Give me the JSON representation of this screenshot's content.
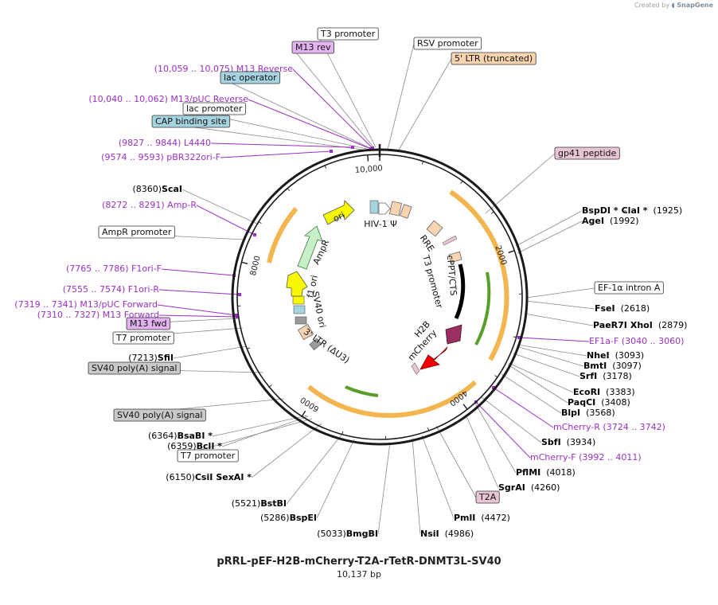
{
  "watermark": {
    "prefix": "Created by",
    "brand": "SnapGene"
  },
  "plasmid": {
    "name": "pRRL-pEF-H2B-mCherry-T2A-rTetR-DNMT3L-SV40",
    "size_label": "10,137 bp",
    "length": 10137
  },
  "colors": {
    "backbone": "#1a1a1a",
    "primer": "#9b2fc4",
    "enzyme": "#000000",
    "callout_line": "#8a8a8a",
    "orange_arc": "#f0a830",
    "green_arrow": "#5a9e2a",
    "ltr": "#f9d4b0",
    "promoter_box": "#ffffff",
    "lac_blue": "#a6d3e0",
    "m13_purple": "#e2b3f0",
    "gp41_pink": "#e8c4d4",
    "polyA_gray": "#c9c9c9",
    "amp_green": "#c8f0c8",
    "ori_yellow": "#f8f800",
    "h2b_maroon": "#9b3060",
    "mcherry_red": "#f00000",
    "cppt_black": "#000000"
  },
  "tick_labels": [
    {
      "text": "10,000",
      "bp": 10000
    },
    {
      "text": "2000",
      "bp": 2000
    },
    {
      "text": "4000",
      "bp": 4000
    },
    {
      "text": "6000",
      "bp": 6000
    },
    {
      "text": "8000",
      "bp": 8000
    }
  ],
  "inner_labels": [
    {
      "text": "HIV-1  Ψ",
      "name": "hiv1-psi-label"
    },
    {
      "text": "RRE",
      "name": "rre-label"
    },
    {
      "text": "cPPT/CTS",
      "name": "cppt-cts-label"
    },
    {
      "text": "T3 promoter",
      "name": "t3-promoter-inner-label"
    },
    {
      "text": "H2B",
      "name": "h2b-label"
    },
    {
      "text": "mCherry",
      "name": "mcherry-label"
    },
    {
      "text": "3' LTR (ΔU3)",
      "name": "ltr3-label"
    },
    {
      "text": "SV40 ori",
      "name": "sv40-ori-label"
    },
    {
      "text": "f1 ori",
      "name": "f1-ori-label"
    },
    {
      "text": "AmpR",
      "name": "ampr-label"
    },
    {
      "text": "ori",
      "name": "ori-label"
    }
  ],
  "annotations": [
    {
      "kind": "box",
      "text": "T3 promoter",
      "fill": "#ffffff"
    },
    {
      "kind": "box",
      "text": "M13 rev",
      "fill": "#e2b3f0"
    },
    {
      "kind": "primer",
      "text": "(10,059 .. 10,075)  M13 Reverse"
    },
    {
      "kind": "box",
      "text": "lac operator",
      "fill": "#a6d3e0"
    },
    {
      "kind": "primer",
      "text": "(10,040 .. 10,062)  M13/pUC Reverse"
    },
    {
      "kind": "box",
      "text": "lac promoter",
      "fill": "#ffffff"
    },
    {
      "kind": "box",
      "text": "CAP binding site",
      "fill": "#a6d3e0"
    },
    {
      "kind": "primer",
      "text": "(9827 .. 9844)  L4440"
    },
    {
      "kind": "primer",
      "text": "(9574 .. 9593)  pBR322ori-F"
    },
    {
      "kind": "box",
      "text": "RSV promoter",
      "fill": "#ffffff"
    },
    {
      "kind": "box",
      "text": "5' LTR (truncated)",
      "fill": "#f9d4b0"
    },
    {
      "kind": "box",
      "text": "gp41 peptide",
      "fill": "#e8c4d4"
    },
    {
      "kind": "enzyme",
      "segments": [
        [
          "BspDI *",
          true
        ],
        [
          "  -  ",
          false
        ],
        [
          "ClaI *",
          true
        ],
        [
          "  (1925)",
          false
        ]
      ]
    },
    {
      "kind": "enzyme",
      "segments": [
        [
          "AgeI",
          true
        ],
        [
          "  (1992)",
          false
        ]
      ]
    },
    {
      "kind": "box",
      "text": "EF-1α intron A",
      "fill": "#ffffff"
    },
    {
      "kind": "enzyme",
      "segments": [
        [
          "FseI",
          true
        ],
        [
          "  (2618)",
          false
        ]
      ]
    },
    {
      "kind": "enzyme",
      "segments": [
        [
          "PaeR7I",
          true
        ],
        [
          "  -  ",
          false
        ],
        [
          "XhoI",
          true
        ],
        [
          "  (2879)",
          false
        ]
      ]
    },
    {
      "kind": "primer",
      "text": "EF1a-F   (3040 .. 3060)"
    },
    {
      "kind": "enzyme",
      "segments": [
        [
          "NheI",
          true
        ],
        [
          "  (3093)",
          false
        ]
      ]
    },
    {
      "kind": "enzyme",
      "segments": [
        [
          "BmtI",
          true
        ],
        [
          "  (3097)",
          false
        ]
      ]
    },
    {
      "kind": "enzyme",
      "segments": [
        [
          "SrfI",
          true
        ],
        [
          "  (3178)",
          false
        ]
      ]
    },
    {
      "kind": "enzyme",
      "segments": [
        [
          "EcoRI",
          true
        ],
        [
          "  (3383)",
          false
        ]
      ]
    },
    {
      "kind": "enzyme",
      "segments": [
        [
          "PaqCI",
          true
        ],
        [
          "  (3408)",
          false
        ]
      ]
    },
    {
      "kind": "enzyme",
      "segments": [
        [
          "BlpI",
          true
        ],
        [
          "  (3568)",
          false
        ]
      ]
    },
    {
      "kind": "primer",
      "text": "mCherry-R   (3724 .. 3742)"
    },
    {
      "kind": "enzyme",
      "segments": [
        [
          "SbfI",
          true
        ],
        [
          "  (3934)",
          false
        ]
      ]
    },
    {
      "kind": "primer",
      "text": "mCherry-F   (3992 .. 4011)"
    },
    {
      "kind": "enzyme",
      "segments": [
        [
          "PflMI",
          true
        ],
        [
          "  (4018)",
          false
        ]
      ]
    },
    {
      "kind": "enzyme",
      "segments": [
        [
          "SgrAI",
          true
        ],
        [
          "  (4260)",
          false
        ]
      ]
    },
    {
      "kind": "box",
      "text": "T2A",
      "fill": "#e8c4d4"
    },
    {
      "kind": "enzyme",
      "segments": [
        [
          "PmlI",
          true
        ],
        [
          "  (4472)",
          false
        ]
      ]
    },
    {
      "kind": "enzyme",
      "segments": [
        [
          "NsiI",
          true
        ],
        [
          "  (4986)",
          false
        ]
      ]
    },
    {
      "kind": "enzyme",
      "segments": [
        [
          "(5033)  ",
          false
        ],
        [
          "BmgBI",
          true
        ]
      ]
    },
    {
      "kind": "enzyme",
      "segments": [
        [
          "(5286)  ",
          false
        ],
        [
          "BspEI",
          true
        ]
      ]
    },
    {
      "kind": "enzyme",
      "segments": [
        [
          "(5521)  ",
          false
        ],
        [
          "BstBI",
          true
        ]
      ]
    },
    {
      "kind": "enzyme",
      "segments": [
        [
          "(6150)  ",
          false
        ],
        [
          "CsiI",
          true
        ],
        [
          "  -  ",
          false
        ],
        [
          "SexAI *",
          true
        ]
      ]
    },
    {
      "kind": "box",
      "text": "T7 promoter",
      "fill": "#ffffff"
    },
    {
      "kind": "enzyme",
      "segments": [
        [
          "(6359)  ",
          false
        ],
        [
          "BclI *",
          true
        ]
      ]
    },
    {
      "kind": "enzyme",
      "segments": [
        [
          "(6364)  ",
          false
        ],
        [
          "BsaBI *",
          true
        ]
      ]
    },
    {
      "kind": "box",
      "text": "SV40 poly(A) signal",
      "fill": "#c9c9c9"
    },
    {
      "kind": "box",
      "text": "SV40 poly(A) signal",
      "fill": "#c9c9c9"
    },
    {
      "kind": "enzyme",
      "segments": [
        [
          "(7213)  ",
          false
        ],
        [
          "SfiI",
          true
        ]
      ]
    },
    {
      "kind": "box",
      "text": "T7 promoter",
      "fill": "#ffffff"
    },
    {
      "kind": "box",
      "text": "M13 fwd",
      "fill": "#e2b3f0"
    },
    {
      "kind": "primer",
      "text": "(7310 .. 7327)  M13 Forward"
    },
    {
      "kind": "primer",
      "text": "(7319 .. 7341)  M13/pUC Forward"
    },
    {
      "kind": "primer",
      "text": "(7555 .. 7574)  F1ori-R"
    },
    {
      "kind": "primer",
      "text": "(7765 .. 7786)  F1ori-F"
    },
    {
      "kind": "box",
      "text": "AmpR promoter",
      "fill": "#ffffff"
    },
    {
      "kind": "primer",
      "text": "(8272 .. 8291)  Amp-R"
    },
    {
      "kind": "enzyme",
      "segments": [
        [
          "(8360)  ",
          false
        ],
        [
          "ScaI",
          true
        ]
      ]
    }
  ]
}
